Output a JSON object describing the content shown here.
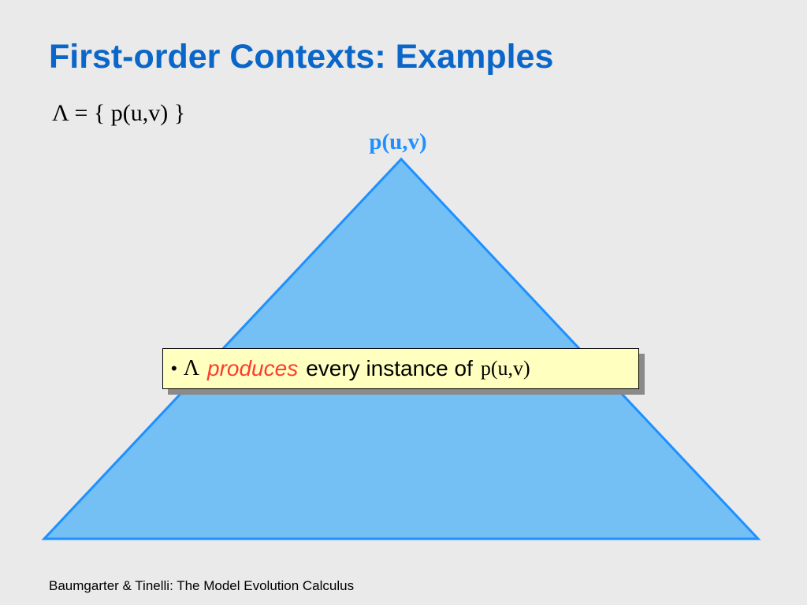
{
  "slide": {
    "title": "First-order Contexts: Examples",
    "context_formula": "Λ = { p(u,v) }",
    "apex_label": "p(u,v)",
    "callout": {
      "bullet": "•",
      "lambda": "Λ",
      "verb": "produces",
      "rest": "every instance of",
      "formula": "p(u,v)"
    },
    "footer": "Baumgarter & Tinelli: The Model Evolution Calculus"
  },
  "colors": {
    "background": "#eaeaea",
    "title": "#0a66c8",
    "triangle_fill": "#74c0f4",
    "triangle_stroke": "#1e90ff",
    "apex_label": "#1e90ff",
    "callout_fill": "#ffffc0",
    "callout_verb": "#ff3b2f"
  }
}
